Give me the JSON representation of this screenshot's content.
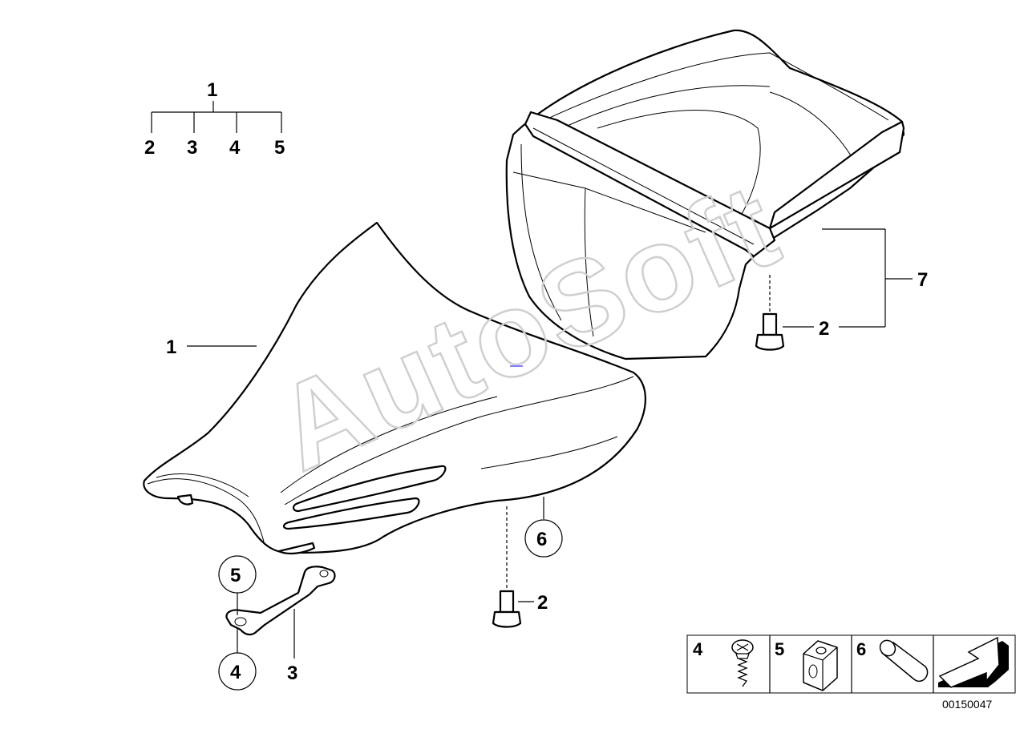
{
  "diagram": {
    "tree": {
      "parent": "1",
      "children": [
        "2",
        "3",
        "4",
        "5"
      ]
    },
    "callouts": {
      "front_seat": "1",
      "pin_rear": "2",
      "pin_front": "2",
      "rear_seat_group": "7",
      "bracket": "3",
      "washer_circled": "5",
      "screw_circled": "4",
      "cap_circled": "6"
    },
    "legend": {
      "screw_num": "4",
      "nut_num": "5",
      "cap_num": "6"
    },
    "document_number": "00150047",
    "watermark": "AutoSoft"
  }
}
